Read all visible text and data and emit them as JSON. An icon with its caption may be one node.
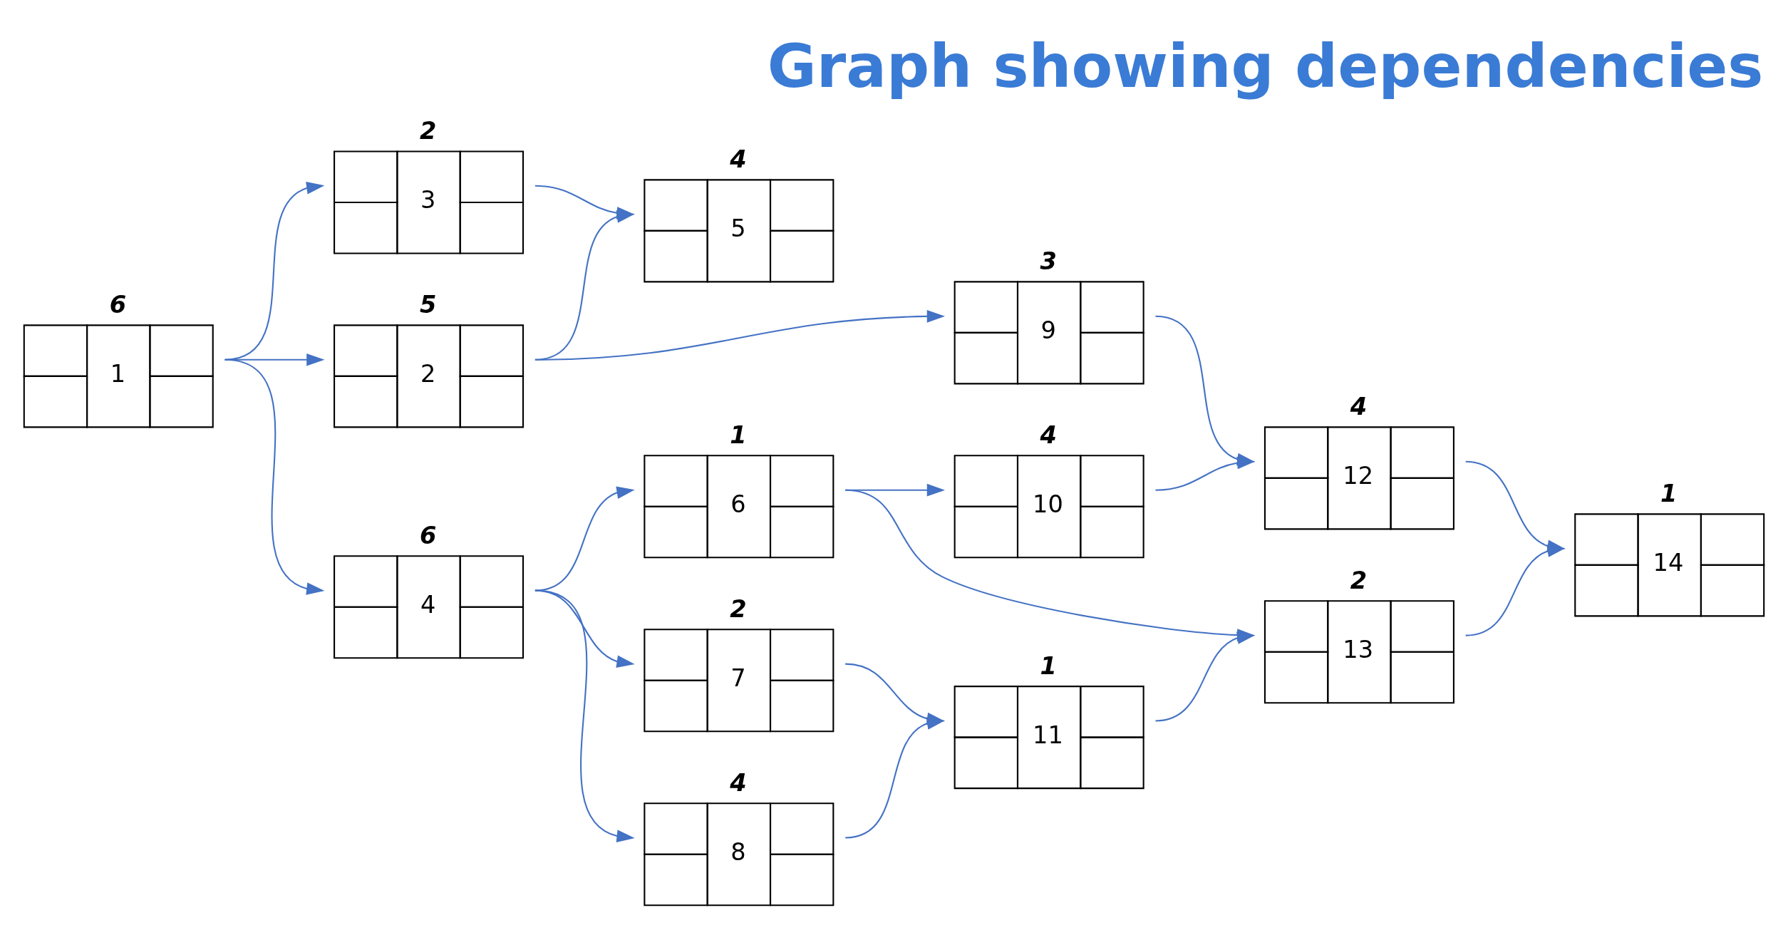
{
  "diagram": {
    "title": "Graph showing dependencies",
    "nodes": [
      {
        "text": [
          "1"
        ],
        "beside": [
          "6"
        ]
      },
      {
        "text": [
          "2"
        ],
        "beside": [
          "5"
        ]
      },
      {
        "text": [
          "3"
        ],
        "beside": [
          "2"
        ]
      },
      {
        "text": [
          "4"
        ],
        "beside": [
          "6"
        ]
      },
      {
        "text": [
          "5"
        ],
        "beside": [
          "4"
        ]
      },
      {
        "text": [
          "6"
        ],
        "beside": [
          "1"
        ]
      },
      {
        "text": [
          "7"
        ],
        "beside": [
          "2"
        ]
      },
      {
        "text": [
          "8"
        ],
        "beside": [
          "4"
        ]
      },
      {
        "text": [
          "9"
        ],
        "beside": [
          "3"
        ]
      },
      {
        "text": [
          "10"
        ],
        "beside": [
          "4"
        ]
      },
      {
        "text": [
          "11"
        ],
        "beside": [
          "1"
        ]
      },
      {
        "text": [
          "12"
        ],
        "beside": [
          "4"
        ]
      },
      {
        "text": [
          "13"
        ],
        "beside": [
          "2"
        ]
      },
      {
        "text": [
          "14"
        ],
        "beside": [
          "1"
        ]
      }
    ],
    "edges": [
      {
        "from": 0,
        "to": 1,
        "arrow": "to"
      },
      {
        "from": 0,
        "to": 2,
        "arrow": "to"
      },
      {
        "from": 0,
        "to": 3,
        "arrow": "to"
      },
      {
        "from": 1,
        "to": 8,
        "arrow": "to"
      },
      {
        "from": 1,
        "to": 4,
        "arrow": "to"
      },
      {
        "from": 2,
        "to": 4,
        "arrow": "to"
      },
      {
        "from": 3,
        "to": 5,
        "arrow": "to"
      },
      {
        "from": 3,
        "to": 6,
        "arrow": "to"
      },
      {
        "from": 3,
        "to": 7,
        "arrow": "to"
      },
      {
        "from": 5,
        "to": 9,
        "arrow": "to"
      },
      {
        "from": 5,
        "to": 12,
        "arrow": "to"
      },
      {
        "from": 8,
        "to": 11,
        "arrow": "to"
      },
      {
        "from": 9,
        "to": 11,
        "arrow": "to"
      },
      {
        "from": 6,
        "to": 10,
        "arrow": "to"
      },
      {
        "from": 7,
        "to": 10,
        "arrow": "to"
      },
      {
        "from": 10,
        "to": 12,
        "arrow": "to"
      },
      {
        "from": 11,
        "to": 13,
        "arrow": "to"
      },
      {
        "from": 12,
        "to": 13,
        "arrow": "to"
      }
    ]
  }
}
